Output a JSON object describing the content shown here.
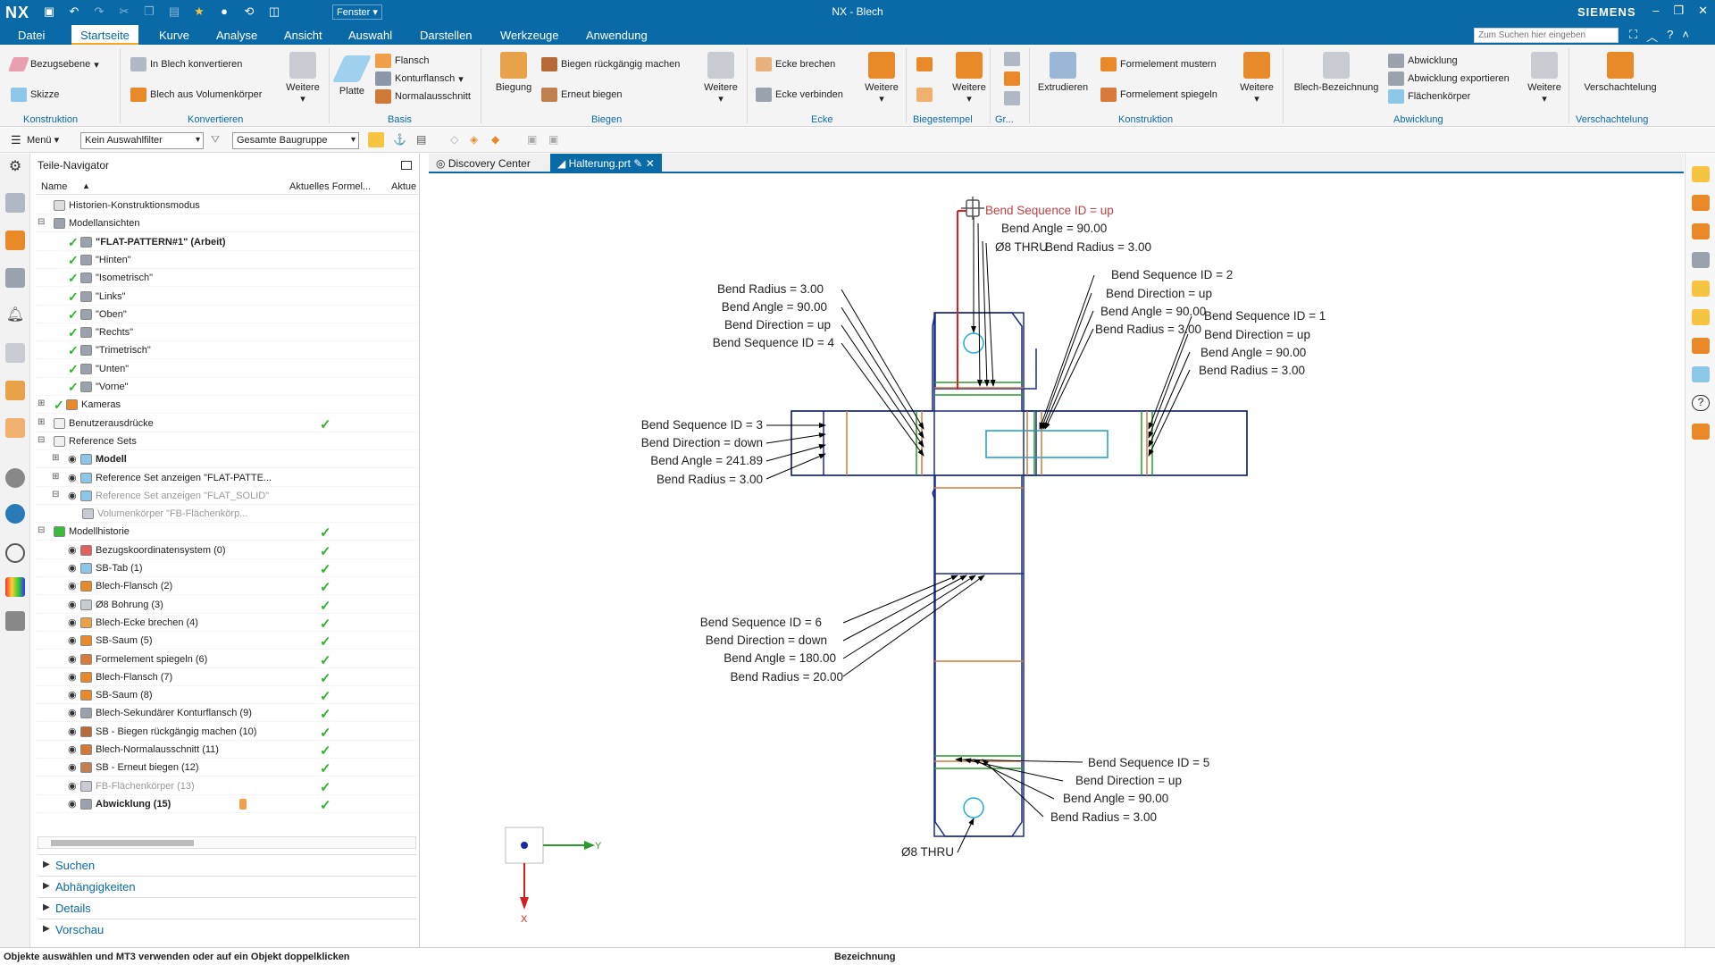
{
  "app": {
    "logo": "NX",
    "title": "NX - Blech",
    "brand": "SIEMENS",
    "window_menu": "Fenster ▾"
  },
  "menu": {
    "items": [
      "Datei",
      "Startseite",
      "Kurve",
      "Analyse",
      "Ansicht",
      "Auswahl",
      "Darstellen",
      "Werkzeuge",
      "Anwendung"
    ],
    "active": "Startseite",
    "search_placeholder": "Zum Suchen hier eingeben"
  },
  "ribbon": {
    "konstruktion1": {
      "bezugsebene": "Bezugsebene",
      "skizze": "Skizze",
      "label": "Konstruktion"
    },
    "konvertieren": {
      "in_blech": "In Blech konvertieren",
      "aus_volumen": "Blech aus Volumenkörper",
      "weitere": "Weitere",
      "label": "Konvertieren"
    },
    "basis": {
      "platte": "Platte",
      "flansch": "Flansch",
      "kontur": "Konturflansch",
      "normal": "Normalausschnitt",
      "label": "Basis"
    },
    "biegen": {
      "biegung": "Biegung",
      "rueck": "Biegen rückgängig machen",
      "erneut": "Erneut biegen",
      "weitere": "Weitere",
      "label": "Biegen"
    },
    "ecke": {
      "brechen": "Ecke brechen",
      "verbinden": "Ecke verbinden",
      "weitere": "Weitere",
      "label": "Ecke"
    },
    "biegestempel": {
      "weitere": "Weitere",
      "label": "Biegestempel"
    },
    "gr": {
      "label": "Gr..."
    },
    "konstruktion2": {
      "extrudieren": "Extrudieren",
      "mustern": "Formelement mustern",
      "spiegeln": "Formelement spiegeln",
      "weitere": "Weitere",
      "label": "Konstruktion"
    },
    "abwicklung": {
      "bezeichnung": "Blech-Bezeichnung",
      "abwicklung": "Abwicklung",
      "exportieren": "Abwicklung exportieren",
      "flaechen": "Flächenkörper",
      "weitere": "Weitere",
      "label": "Abwicklung"
    },
    "verschachtelung": {
      "btn": "Verschachtelung",
      "label": "Verschachtelung"
    }
  },
  "toolbar2": {
    "menu": "Menü ▾",
    "filter": "Kein Auswahlfilter",
    "scope": "Gesamte Baugruppe"
  },
  "navigator": {
    "title": "Teile-Navigator",
    "columns": [
      "Name",
      "Aktuelles Formel...",
      "Aktue"
    ],
    "rows": [
      {
        "label": "Historien-Konstruktionsmodus",
        "indent": 0,
        "icon": "clock-icon",
        "bold": false,
        "check": false
      },
      {
        "label": "Modellansichten",
        "indent": 0,
        "icon": "view-icon",
        "bold": false,
        "check": false,
        "exp": "−"
      },
      {
        "label": "\"FLAT-PATTERN#1\" (Arbeit)",
        "indent": 1,
        "icon": "view-icon",
        "bold": true,
        "check": false,
        "tick": true
      },
      {
        "label": "\"Hinten\"",
        "indent": 1,
        "icon": "view-icon",
        "bold": false,
        "check": false,
        "tick": true
      },
      {
        "label": "\"Isometrisch\"",
        "indent": 1,
        "icon": "view-icon",
        "bold": false,
        "check": false,
        "tick": true
      },
      {
        "label": "\"Links\"",
        "indent": 1,
        "icon": "view-icon",
        "bold": false,
        "check": false,
        "tick": true
      },
      {
        "label": "\"Oben\"",
        "indent": 1,
        "icon": "view-icon",
        "bold": false,
        "check": false,
        "tick": true
      },
      {
        "label": "\"Rechts\"",
        "indent": 1,
        "icon": "view-icon",
        "bold": false,
        "check": false,
        "tick": true
      },
      {
        "label": "\"Trimetrisch\"",
        "indent": 1,
        "icon": "view-icon",
        "bold": false,
        "check": false,
        "tick": true
      },
      {
        "label": "\"Unten\"",
        "indent": 1,
        "icon": "view-icon",
        "bold": false,
        "check": false,
        "tick": true
      },
      {
        "label": "\"Vorne\"",
        "indent": 1,
        "icon": "view-icon",
        "bold": false,
        "check": false,
        "tick": true
      },
      {
        "label": "Kameras",
        "indent": 0,
        "icon": "camera-icon",
        "bold": false,
        "check": false,
        "tick": true,
        "exp": "+"
      },
      {
        "label": "Benutzerausdrücke",
        "indent": 0,
        "icon": "folder-icon",
        "bold": false,
        "check": true,
        "exp": "+"
      },
      {
        "label": "Reference Sets",
        "indent": 0,
        "icon": "folder-icon",
        "bold": false,
        "check": false,
        "exp": "−"
      },
      {
        "label": "Modell",
        "indent": 1,
        "icon": "refset-icon",
        "bold": true,
        "check": false,
        "eye": true,
        "exp": "+"
      },
      {
        "label": "Reference Set anzeigen \"FLAT-PATTE...",
        "indent": 1,
        "icon": "refset-icon",
        "bold": false,
        "check": false,
        "eye": true,
        "exp": "+"
      },
      {
        "label": "Reference Set anzeigen \"FLAT_SOLID\"",
        "indent": 1,
        "icon": "refset-icon",
        "bold": false,
        "check": false,
        "eye": true,
        "grey": true,
        "exp": "−"
      },
      {
        "label": "Volumenkörper \"FB-Flächenkörp...",
        "indent": 2,
        "icon": "body-icon",
        "bold": false,
        "check": false,
        "grey": true
      },
      {
        "label": "Modellhistorie",
        "indent": 0,
        "icon": "history-icon",
        "bold": false,
        "check": true,
        "exp": "−"
      },
      {
        "label": "Bezugskoordinatensystem (0)",
        "indent": 1,
        "icon": "csys-icon",
        "bold": false,
        "check": true,
        "eye": true
      },
      {
        "label": "SB-Tab (1)",
        "indent": 1,
        "icon": "tab-icon",
        "bold": false,
        "check": true,
        "eye": true
      },
      {
        "label": "Blech-Flansch (2)",
        "indent": 1,
        "icon": "flange-icon",
        "bold": false,
        "check": true,
        "eye": true
      },
      {
        "label": "Ø8 Bohrung (3)",
        "indent": 1,
        "icon": "hole-icon",
        "bold": false,
        "check": true,
        "eye": true
      },
      {
        "label": "Blech-Ecke brechen (4)",
        "indent": 1,
        "icon": "corner-icon",
        "bold": false,
        "check": true,
        "eye": true
      },
      {
        "label": "SB-Saum (5)",
        "indent": 1,
        "icon": "hem-icon",
        "bold": false,
        "check": true,
        "eye": true
      },
      {
        "label": "Formelement spiegeln (6)",
        "indent": 1,
        "icon": "mirror-icon",
        "bold": false,
        "check": true,
        "eye": true
      },
      {
        "label": "Blech-Flansch (7)",
        "indent": 1,
        "icon": "flange-icon",
        "bold": false,
        "check": true,
        "eye": true
      },
      {
        "label": "SB-Saum (8)",
        "indent": 1,
        "icon": "hem-icon",
        "bold": false,
        "check": true,
        "eye": true
      },
      {
        "label": "Blech-Sekundärer Konturflansch (9)",
        "indent": 1,
        "icon": "contour-icon",
        "bold": false,
        "check": true,
        "eye": true
      },
      {
        "label": "SB - Biegen rückgängig machen (10)",
        "indent": 1,
        "icon": "unbend-icon",
        "bold": false,
        "check": true,
        "eye": true
      },
      {
        "label": "Blech-Normalausschnitt (11)",
        "indent": 1,
        "icon": "cutout-icon",
        "bold": false,
        "check": true,
        "eye": true
      },
      {
        "label": "SB - Erneut biegen (12)",
        "indent": 1,
        "icon": "rebend-icon",
        "bold": false,
        "check": true,
        "eye": true
      },
      {
        "label": "FB-Flächenkörper (13)",
        "indent": 1,
        "icon": "flatbody-icon",
        "bold": false,
        "check": true,
        "eye": true,
        "grey": true
      },
      {
        "label": "Abwicklung (15)",
        "indent": 1,
        "icon": "flatpattern-icon",
        "bold": true,
        "check": true,
        "eye": true,
        "mark": true
      }
    ],
    "sections": [
      "Suchen",
      "Abhängigkeiten",
      "Details",
      "Vorschau"
    ]
  },
  "tabs": [
    {
      "label": "Discovery Center",
      "active": false
    },
    {
      "label": "Halterung.prt",
      "active": true
    }
  ],
  "drawing": {
    "top_callout": {
      "line1": "Bend Sequence ID = up",
      "line2": "Bend Angle = 90.00",
      "line3": "Ø8 THRU",
      "line4": "Bend Radius = 3.00"
    },
    "c2": {
      "line1": "Bend Sequence ID = 2",
      "line2": "Bend Direction = up",
      "line3": "Bend Angle = 90.00",
      "line4": "Bend Radius = 3.00"
    },
    "c4": {
      "line1": "Bend Radius = 3.00",
      "line2": "Bend Angle = 90.00",
      "line3": "Bend Direction = up",
      "line4": "Bend Sequence ID = 4"
    },
    "c1": {
      "line1": "Bend Sequence ID = 1",
      "line2": "Bend Direction = up",
      "line3": "Bend Angle = 90.00",
      "line4": "Bend Radius = 3.00"
    },
    "c3": {
      "line1": "Bend Sequence ID = 3",
      "line2": "Bend Direction = down",
      "line3": "Bend Angle = 241.89",
      "line4": "Bend Radius = 3.00"
    },
    "c6": {
      "line1": "Bend Sequence ID = 6",
      "line2": "Bend Direction = down",
      "line3": "Bend Angle = 180.00",
      "line4": "Bend Radius = 20.00"
    },
    "c5": {
      "line1": "Bend Sequence ID = 5",
      "line2": "Bend Direction = up",
      "line3": "Bend Angle = 90.00",
      "line4": "Bend Radius = 3.00"
    },
    "hole_bottom": "Ø8 THRU",
    "axis_y": "Y",
    "axis_x": "X"
  },
  "status": {
    "left": "Objekte auswählen und MT3 verwenden oder auf ein Objekt doppelklicken",
    "center": "Bezeichnung"
  }
}
